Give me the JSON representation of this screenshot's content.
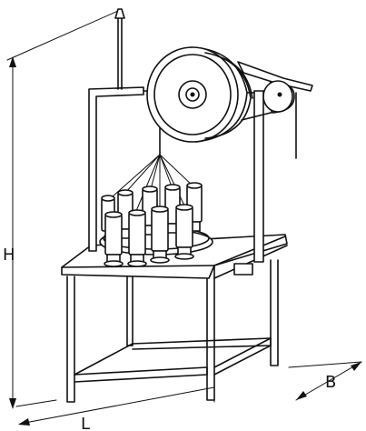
{
  "dimensions": {
    "height_label": "H",
    "length_label": "L",
    "depth_label": "B"
  }
}
